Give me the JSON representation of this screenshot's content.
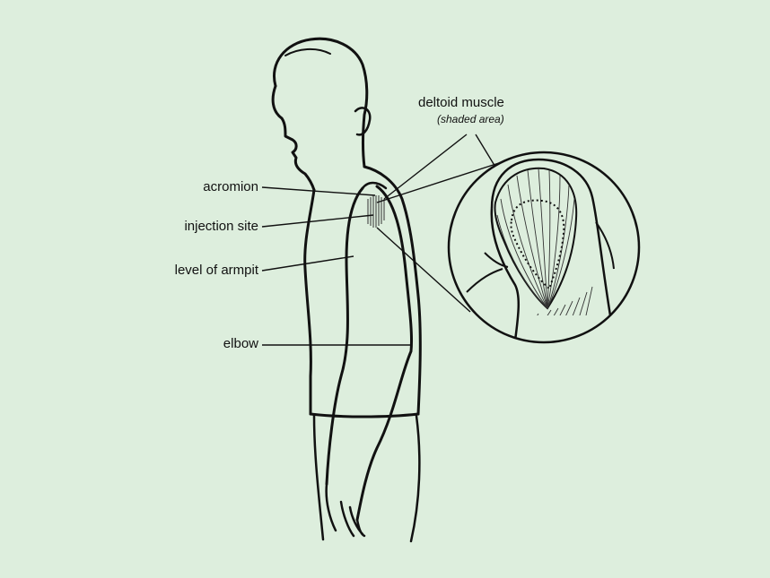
{
  "diagram": {
    "labels": {
      "acromion": "acromion",
      "injection_site": "injection site",
      "level_of_armpit": "level of armpit",
      "elbow": "elbow",
      "deltoid_muscle": "deltoid muscle",
      "shaded_area": "(shaded area)"
    },
    "colors": {
      "background": "#ddeedd",
      "line": "#111111"
    }
  }
}
